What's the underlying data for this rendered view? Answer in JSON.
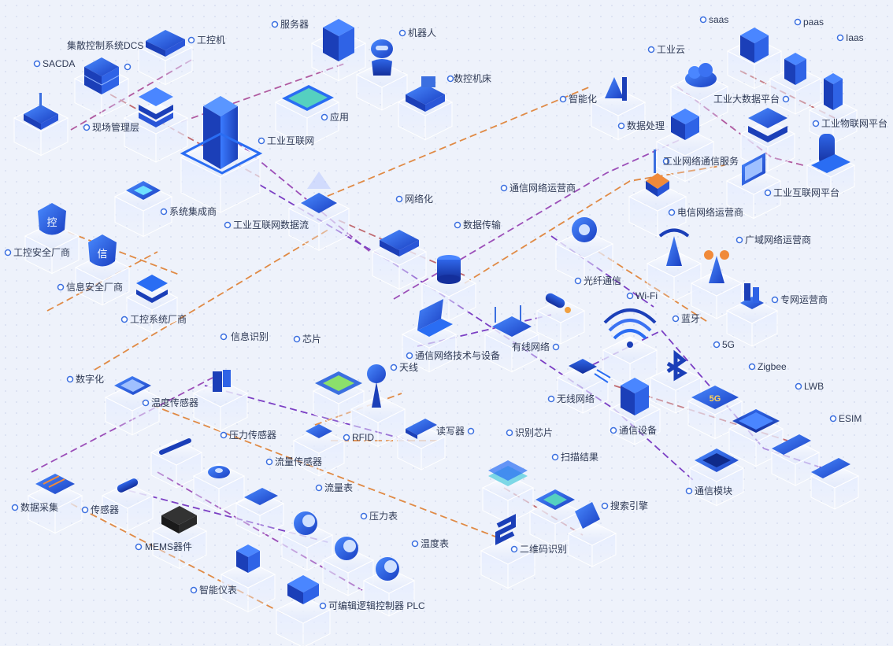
{
  "colors": {
    "blue": "#2a6df3",
    "dark_blue": "#1b3fb8",
    "purple": "#7b3fc4",
    "orange": "#e0843f",
    "platform": "#ffffff"
  },
  "labels": [
    {
      "id": "sacda",
      "text": "SACDA"
    },
    {
      "id": "dcs",
      "text": "集散控制系统DCS"
    },
    {
      "id": "ipc",
      "text": "工控机"
    },
    {
      "id": "server",
      "text": "服务器"
    },
    {
      "id": "robot",
      "text": "机器人"
    },
    {
      "id": "cnc",
      "text": "数控机床"
    },
    {
      "id": "field",
      "text": "现场管理层"
    },
    {
      "id": "app",
      "text": "应用"
    },
    {
      "id": "iiot",
      "text": "工业互联网"
    },
    {
      "id": "smart",
      "text": "智能化"
    },
    {
      "id": "cloud",
      "text": "工业云"
    },
    {
      "id": "saas",
      "text": "saas"
    },
    {
      "id": "paas",
      "text": "paas"
    },
    {
      "id": "iaas",
      "text": "Iaas"
    },
    {
      "id": "bigdata",
      "text": "工业大数据平台"
    },
    {
      "id": "iotplat",
      "text": "工业物联网平台"
    },
    {
      "id": "dataproc",
      "text": "数据处理"
    },
    {
      "id": "netcomm",
      "text": "工业网络通信服务"
    },
    {
      "id": "iiotplat",
      "text": "工业互联网平台"
    },
    {
      "id": "telecom",
      "text": "电信网络运营商"
    },
    {
      "id": "commop",
      "text": "通信网络运营商"
    },
    {
      "id": "netize",
      "text": "网络化"
    },
    {
      "id": "integrator",
      "text": "系统集成商"
    },
    {
      "id": "dataflow",
      "text": "工业互联网数据流"
    },
    {
      "id": "datatrans",
      "text": "数据传输"
    },
    {
      "id": "wan",
      "text": "广域网络运营商"
    },
    {
      "id": "ctrlsec",
      "text": "工控安全厂商"
    },
    {
      "id": "infosec",
      "text": "信息安全厂商"
    },
    {
      "id": "fiber",
      "text": "光纤通信"
    },
    {
      "id": "wifi",
      "text": "Wi-Fi"
    },
    {
      "id": "private",
      "text": "专网运营商"
    },
    {
      "id": "ctrlsys",
      "text": "工控系统厂商"
    },
    {
      "id": "bluetooth",
      "text": "蓝牙"
    },
    {
      "id": "inforec",
      "text": "信息识别"
    },
    {
      "id": "chip",
      "text": "芯片"
    },
    {
      "id": "wired",
      "text": "有线网络"
    },
    {
      "id": "5g",
      "text": "5G"
    },
    {
      "id": "commtech",
      "text": "通信网络技术与设备"
    },
    {
      "id": "zigbee",
      "text": "Zigbee"
    },
    {
      "id": "antenna",
      "text": "天线"
    },
    {
      "id": "digitize",
      "text": "数字化"
    },
    {
      "id": "lwb",
      "text": "LWB"
    },
    {
      "id": "tempsensor",
      "text": "温度传感器"
    },
    {
      "id": "wireless",
      "text": "无线网络"
    },
    {
      "id": "esim",
      "text": "ESIM"
    },
    {
      "id": "pressensor",
      "text": "压力传感器"
    },
    {
      "id": "rfid",
      "text": "RFID"
    },
    {
      "id": "reader",
      "text": "读写器"
    },
    {
      "id": "idchip",
      "text": "识别芯片"
    },
    {
      "id": "commdev",
      "text": "通信设备"
    },
    {
      "id": "flowsensor",
      "text": "流量传感器"
    },
    {
      "id": "scan",
      "text": "扫描结果"
    },
    {
      "id": "commmod",
      "text": "通信模块"
    },
    {
      "id": "flowmeter",
      "text": "流量表"
    },
    {
      "id": "collect",
      "text": "数据采集"
    },
    {
      "id": "sensor",
      "text": "传感器"
    },
    {
      "id": "search",
      "text": "搜索引擎"
    },
    {
      "id": "pressmeter",
      "text": "压力表"
    },
    {
      "id": "tempmeter",
      "text": "温度表"
    },
    {
      "id": "mems",
      "text": "MEMS器件"
    },
    {
      "id": "qr",
      "text": "二维码识别"
    },
    {
      "id": "meter",
      "text": "智能仪表"
    },
    {
      "id": "plc",
      "text": "可编辑逻辑控制器 PLC"
    }
  ],
  "icon_text": {
    "ctrl_shield": "控",
    "info_shield": "信",
    "five_g": "5G"
  }
}
